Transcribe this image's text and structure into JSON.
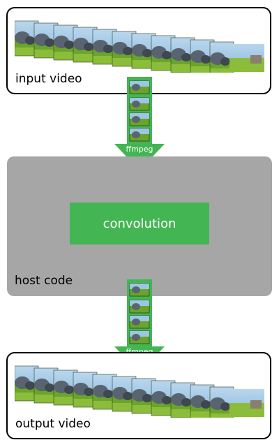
{
  "input": {
    "label": "input video"
  },
  "host": {
    "label": "host code"
  },
  "processing": {
    "label": "convolution"
  },
  "decode": {
    "label": "ffmpeg"
  },
  "encode": {
    "label": "ffmpeg"
  },
  "output": {
    "label": "output video"
  },
  "colors": {
    "green": "#44b553",
    "host_gray": "#a6a6a6",
    "sky": "#9cc6e4",
    "grass": "#6aa52a",
    "rock": "#5a6470"
  }
}
